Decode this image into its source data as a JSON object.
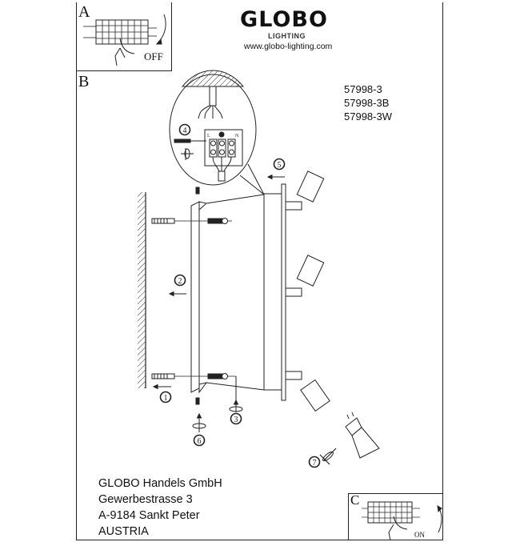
{
  "header": {
    "logo": "GLOBO",
    "logo_sub": "LIGHTING",
    "url": "www.globo-lighting.com"
  },
  "sections": {
    "a_label": "A",
    "a_state": "OFF",
    "b_label": "B",
    "c_label": "C",
    "c_state": "ON"
  },
  "models": [
    "57998-3",
    "57998-3B",
    "57998-3W"
  ],
  "terminal": {
    "live": "L",
    "neutral": "N"
  },
  "steps": [
    "1",
    "2",
    "3",
    "4",
    "5",
    "6",
    "7"
  ],
  "address": [
    "GLOBO Handels GmbH",
    "Gewerbestrasse 3",
    "A-9184 Sankt Peter",
    "AUSTRIA"
  ]
}
